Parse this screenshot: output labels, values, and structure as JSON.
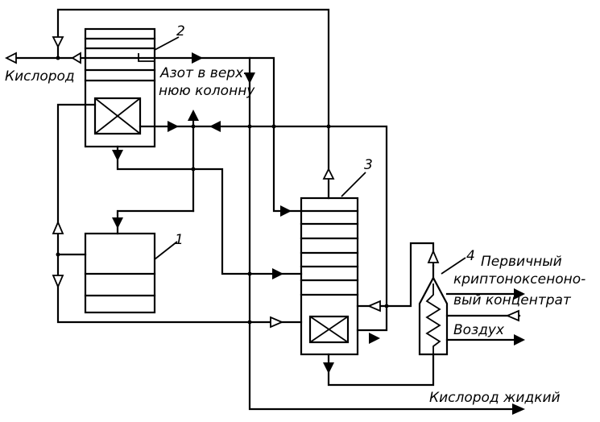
{
  "diagram": {
    "units": [
      {
        "id": "1",
        "label": "1"
      },
      {
        "id": "2",
        "label": "2"
      },
      {
        "id": "3",
        "label": "3"
      },
      {
        "id": "4",
        "label": "4"
      }
    ],
    "streams": {
      "oxygen_out": "Кислород",
      "nitrogen_line1": "Азот в верх-",
      "nitrogen_line2": "нюю колонну",
      "concentrate_line1": "Первичный",
      "concentrate_line2": "криптоноксеноно-",
      "concentrate_line3": "вый концентрат",
      "air": "Воздух",
      "liquid_oxygen": "Кислород жидкий"
    }
  }
}
